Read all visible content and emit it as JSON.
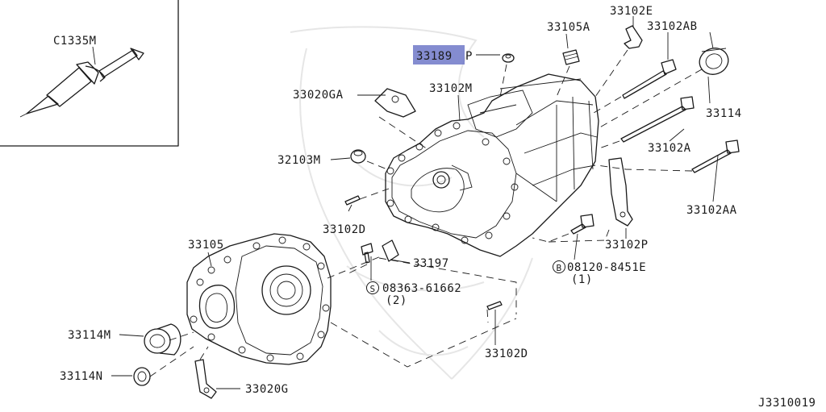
{
  "colors": {
    "line": "#1a1a1a",
    "highlight": "#6f78c8",
    "background": "#ffffff"
  },
  "inset": {
    "sealant_label": "C1335M"
  },
  "labels": {
    "p33189P_a": "33189",
    "p33189P_b": "P",
    "p33105A": "33105A",
    "p33102E": "33102E",
    "p33102AB": "33102AB",
    "p33114": "33114",
    "p33020GA": "33020GA",
    "p33102M": "33102M",
    "p32103M": "32103M",
    "p33102A": "33102A",
    "p33102AA": "33102AA",
    "p33102D_top": "33102D",
    "p33102P": "33102P",
    "p08120": "08120-8451E",
    "p08120_qty": "(1)",
    "p33105": "33105",
    "p33197": "33197",
    "p08363": "08363-61662",
    "p08363_qty": "(2)",
    "p33114M": "33114M",
    "p33114N": "33114N",
    "p33020G": "33020G",
    "p33102D_bottom": "33102D",
    "symbol_b": "B",
    "symbol_s": "S"
  },
  "diagram_id": "J3310019"
}
